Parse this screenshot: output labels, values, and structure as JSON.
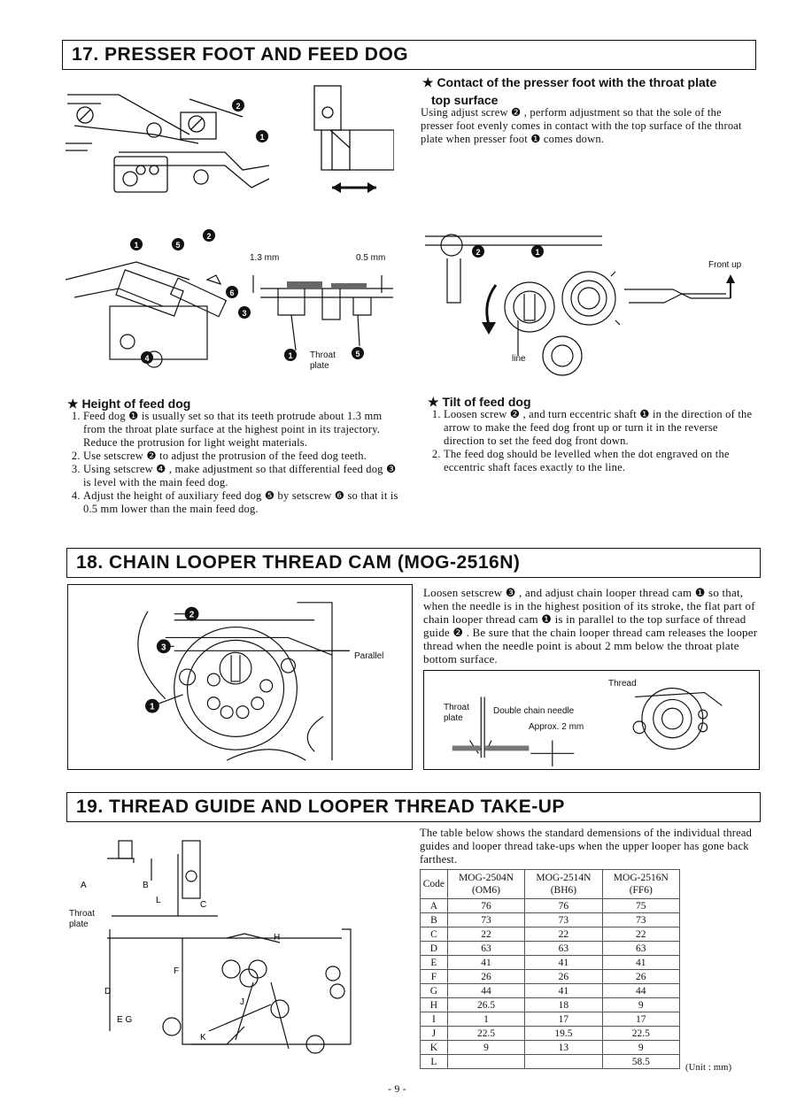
{
  "sections": {
    "s17": {
      "title": "17. PRESSER FOOT AND FEED DOG",
      "contact": {
        "heading_line1": "★ Contact of the presser foot with the throat plate",
        "heading_line2": "top surface",
        "text": "Using adjust screw ❷ , perform adjustment so that the sole of the presser foot evenly comes in contact with the top surface of the throat plate when presser foot ❶ comes down."
      },
      "figure_labels": {
        "dim_13": "1.3 mm",
        "dim_05": "0.5 mm",
        "throat_plate": "Throat plate",
        "front_up": "Front up",
        "line": "line"
      },
      "height": {
        "heading": "★ Height of feed dog",
        "steps": [
          "Feed dog ❶ is usually set so that its teeth protrude about 1.3 mm from the throat plate surface at the highest point in its trajectory. Reduce the protrusion for light weight materials.",
          "Use setscrew ❷ to adjust the protrusion of the feed dog teeth.",
          "Using setscrew ❹ , make adjustment so that differential feed dog ❸ is level with the main feed dog.",
          "Adjust the height of auxiliary feed dog ❺ by setscrew ❻ so that it is 0.5 mm lower than the main feed dog."
        ]
      },
      "tilt": {
        "heading": "★ Tilt of feed dog",
        "steps": [
          "Loosen screw ❷ , and turn eccentric shaft ❶ in the direction of the arrow to make the feed dog front up or turn it in the reverse direction to set the feed dog front down.",
          "The feed dog should be levelled when the dot engraved on the eccentric shaft faces exactly to the line."
        ]
      }
    },
    "s18": {
      "title": "18. CHAIN LOOPER THREAD CAM (MOG-2516N)",
      "text": "Loosen setscrew ❸ , and adjust chain looper thread cam ❶ so that, when the needle is in the highest position of its stroke, the flat part of chain looper thread cam ❶ is in parallel to the top surface of thread guide ❷ . Be sure that the chain looper thread cam releases the looper thread when the needle point is about 2 mm below the throat plate bottom surface.",
      "figure_labels": {
        "parallel": "Parallel",
        "thread": "Thread",
        "throat_plate": "Throat plate",
        "double_chain_needle": "Double chain needle",
        "approx": "Approx. 2 mm"
      }
    },
    "s19": {
      "title": "19. THREAD GUIDE AND LOOPER THREAD TAKE-UP",
      "text": "The table below shows the standard demensions of the individual thread guides and looper thread take-ups when the upper looper has gone back farthest.",
      "figure_labels": {
        "throat_plate": "Throat plate"
      },
      "table": {
        "headers": [
          "Code",
          "MOG-2504N (OM6)",
          "MOG-2514N (BH6)",
          "MOG-2516N (FF6)"
        ],
        "rows": [
          [
            "A",
            "76",
            "76",
            "75"
          ],
          [
            "B",
            "73",
            "73",
            "73"
          ],
          [
            "C",
            "22",
            "22",
            "22"
          ],
          [
            "D",
            "63",
            "63",
            "63"
          ],
          [
            "E",
            "41",
            "41",
            "41"
          ],
          [
            "F",
            "26",
            "26",
            "26"
          ],
          [
            "G",
            "44",
            "41",
            "44"
          ],
          [
            "H",
            "26.5",
            "18",
            "9"
          ],
          [
            "I",
            "1",
            "17",
            "17"
          ],
          [
            "J",
            "22.5",
            "19.5",
            "22.5"
          ],
          [
            "K",
            "9",
            "13",
            "9"
          ],
          [
            "L",
            "",
            "",
            "58.5"
          ]
        ],
        "unit": "(Unit : mm)"
      }
    }
  },
  "footer": {
    "page_number": "- 9 -"
  }
}
